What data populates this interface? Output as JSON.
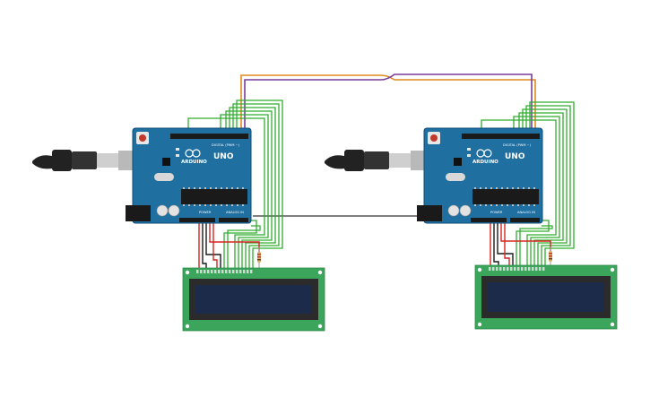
{
  "boards": [
    {
      "logo_text": "ARDUINO",
      "model_text": "UNO",
      "digital_header_text": "DIGITAL (PWM ~)",
      "power_header_text": "POWER",
      "analog_header_text": "ANALOG IN"
    },
    {
      "logo_text": "ARDUINO",
      "model_text": "UNO",
      "digital_header_text": "DIGITAL (PWM ~)",
      "power_header_text": "POWER",
      "analog_header_text": "ANALOG IN"
    }
  ],
  "colors": {
    "board": "#1f6fa1",
    "board_edge": "#0f4e78",
    "lcd_pcb": "#3aa55b",
    "lcd_screen": "#1d2b4a",
    "wire_signal": "#2fae2f",
    "wire_power": "#d6251f",
    "wire_ground": "#1a1a1a",
    "wire_orange": "#e08a1c",
    "wire_purple": "#7a3c9a",
    "wire_link": "#333333"
  }
}
